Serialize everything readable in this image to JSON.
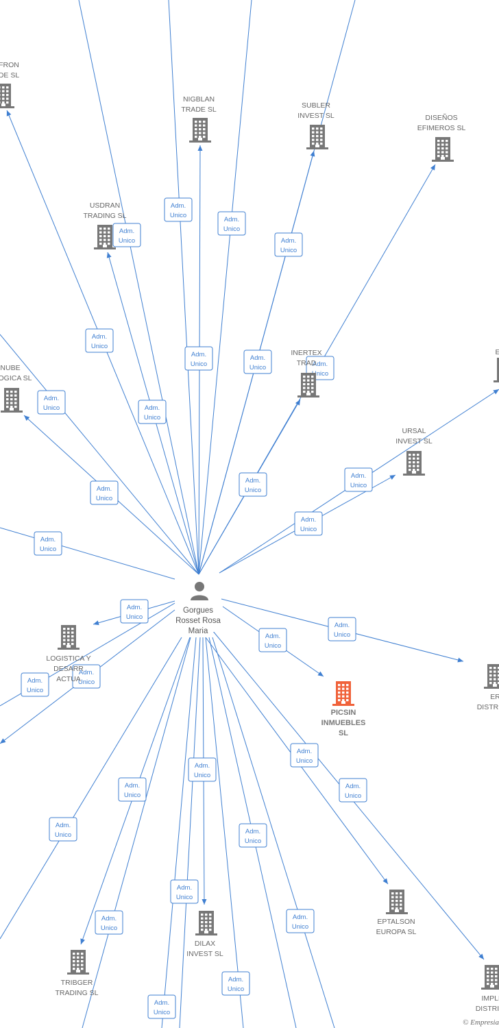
{
  "center_person": {
    "name_lines": [
      "Gorgues",
      "Rosset Rosa",
      "Maria"
    ]
  },
  "edge_label": [
    "Adm.",
    "Unico"
  ],
  "companies": [
    {
      "id": "ifron",
      "lines": [
        "FRON",
        "DE SL"
      ],
      "highlight": false
    },
    {
      "id": "nigblan",
      "lines": [
        "NIGBLAN",
        "TRADE SL"
      ],
      "highlight": false
    },
    {
      "id": "subler",
      "lines": [
        "SUBLER",
        "INVEST SL"
      ],
      "highlight": false
    },
    {
      "id": "disenos",
      "lines": [
        "DISEÑOS",
        "EFIMEROS SL"
      ],
      "highlight": false
    },
    {
      "id": "usdran",
      "lines": [
        "USDRAN",
        "TRADING SL"
      ],
      "highlight": false
    },
    {
      "id": "nube",
      "lines": [
        "NUBE",
        "OLOGICA SL"
      ],
      "highlight": false
    },
    {
      "id": "inertex",
      "lines": [
        "INERTEX",
        "TRAD"
      ],
      "highlight": false
    },
    {
      "id": "e-right",
      "lines": [
        "E"
      ],
      "highlight": false
    },
    {
      "id": "ursal",
      "lines": [
        "URSAL",
        "INVEST SL"
      ],
      "highlight": false
    },
    {
      "id": "logistica",
      "lines": [
        "LOGISTICA Y",
        "DESARR",
        "ACTUA"
      ],
      "highlight": false
    },
    {
      "id": "picsin",
      "lines": [
        "PICSIN",
        "INMUEBLES",
        "SL"
      ],
      "highlight": true
    },
    {
      "id": "eri",
      "lines": [
        "ERI",
        "DISTRIBUC"
      ],
      "highlight": false
    },
    {
      "id": "eptalson",
      "lines": [
        "EPTALSON",
        "EUROPA SL"
      ],
      "highlight": false
    },
    {
      "id": "dilax",
      "lines": [
        "DILAX",
        "INVEST SL"
      ],
      "highlight": false
    },
    {
      "id": "tribger",
      "lines": [
        "TRIBGER",
        "TRADING SL"
      ],
      "highlight": false
    },
    {
      "id": "implen",
      "lines": [
        "IMPLEN",
        "DISTRIBUC"
      ],
      "highlight": false
    }
  ],
  "colors": {
    "edge": "#3f7fd1",
    "building": "#777777",
    "building_highlight": "#f0623a"
  },
  "footer": {
    "copyright": "©",
    "brand": "Empresia"
  }
}
